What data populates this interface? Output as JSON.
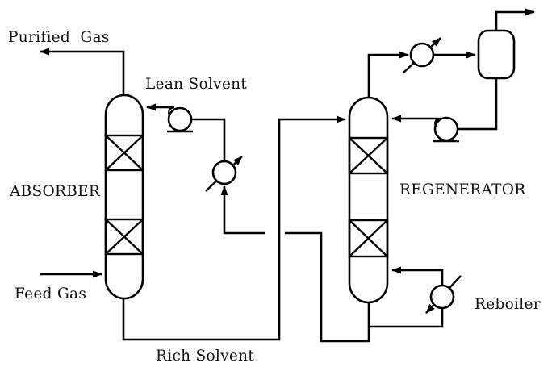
{
  "diagram": {
    "colors": {
      "line": "#000000",
      "background": "#ffffff",
      "text": "#101010"
    },
    "labels": {
      "purified_gas": "Purified  Gas",
      "lean_solvent": "Lean Solvent",
      "absorber": "ABSORBER",
      "feed_gas": "Feed Gas",
      "rich_solvent": "Rich Solvent",
      "regenerator": "REGENERATOR",
      "reboiler": "Reboiler"
    },
    "equipment": [
      "absorber-column",
      "regenerator-column",
      "lean-solvent-pump",
      "reflux-pump",
      "lean-rich-heat-exchanger",
      "overhead-condenser",
      "reflux-drum",
      "reboiler-heat-exchanger"
    ]
  }
}
